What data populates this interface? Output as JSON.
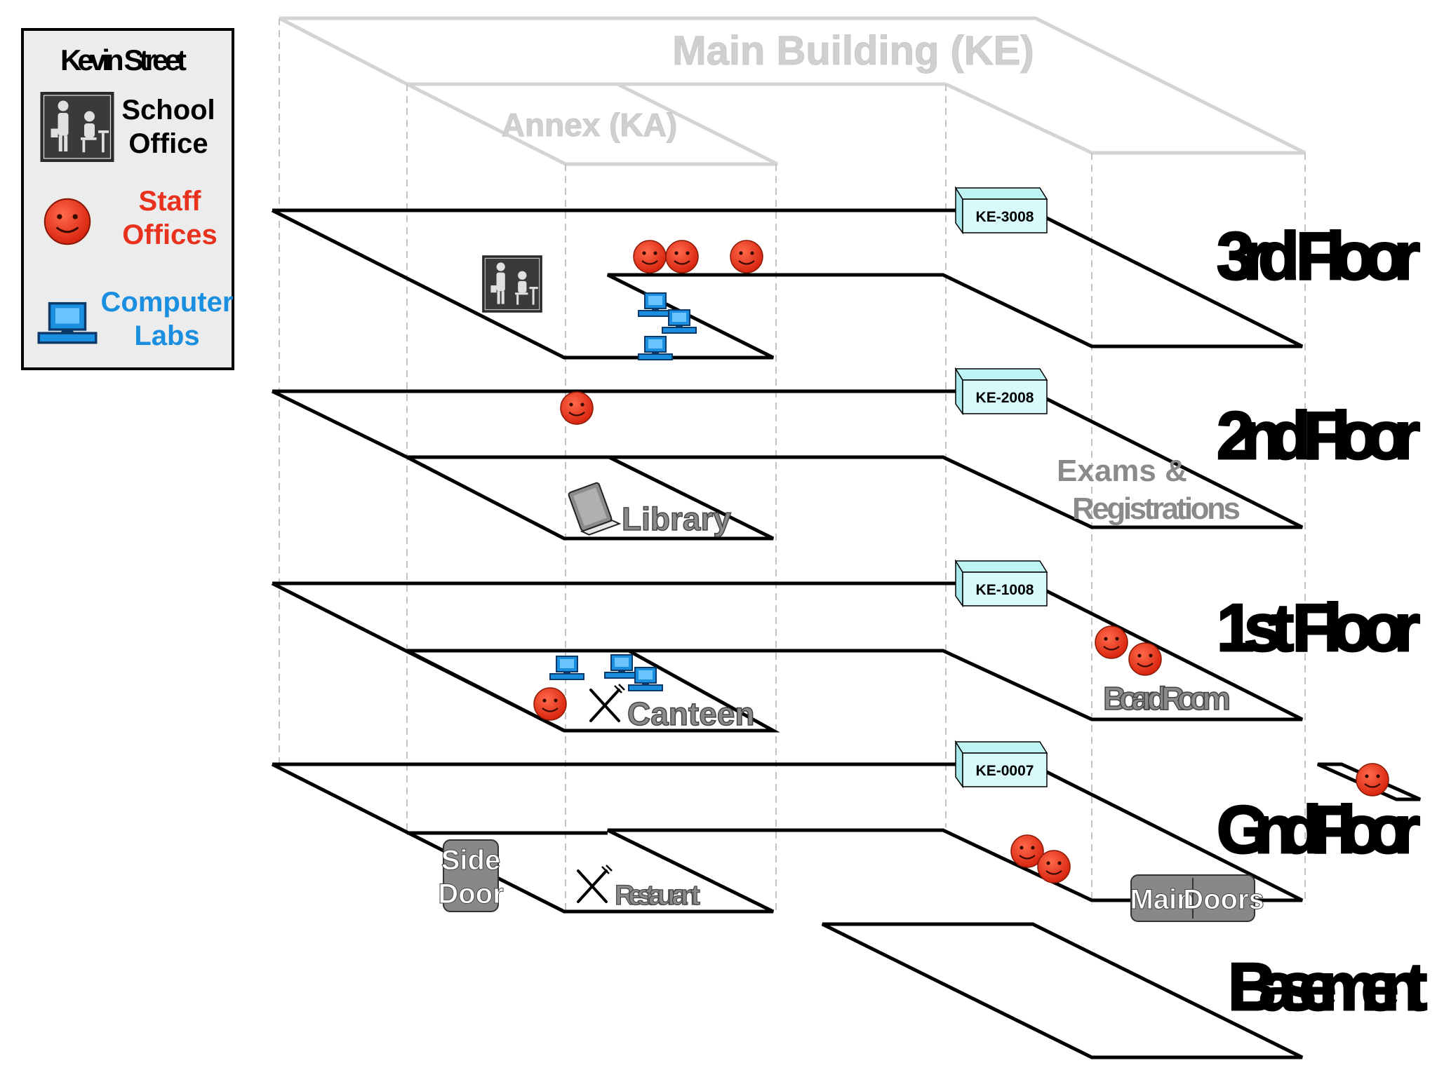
{
  "legend": {
    "title": "Kevin Street",
    "school_office": [
      "School",
      "Office"
    ],
    "staff_offices": [
      "Staff",
      "Offices"
    ],
    "computer_labs": [
      "Computer",
      "Labs"
    ]
  },
  "buildings": {
    "main": "Main Building (KE)",
    "annex": "Annex (KA)"
  },
  "floors": {
    "third": "3rd Floor",
    "second": "2nd Floor",
    "first": "1st Floor",
    "ground": "Gnd Floor",
    "basement": "Basement"
  },
  "room_tags": {
    "ke3008": "KE-3008",
    "ke2008": "KE-2008",
    "ke1008": "KE-1008",
    "ke0007": "KE-0007"
  },
  "locations": {
    "library": "Library",
    "exams_line1": "Exams &",
    "exams_line2": "Registrations",
    "canteen": "Canteen",
    "board_room": "Board Room",
    "restaurant": "Restaurant",
    "side_door_line1": "Side",
    "side_door_line2": "Door",
    "main_doors_left": "Main",
    "main_doors_right": "Doors"
  },
  "icons": [
    "school-office-icon",
    "staff-smiley-icon",
    "computer-lab-icon",
    "book-icon",
    "cutlery-icon"
  ],
  "colors": {
    "staff": "#e8321e",
    "computer": "#1a8fe0",
    "tag_fill": "#d8fafa",
    "door_fill": "#888888",
    "ghost_text": "#d0d0d0",
    "label_grey": "#8a8a8a"
  }
}
